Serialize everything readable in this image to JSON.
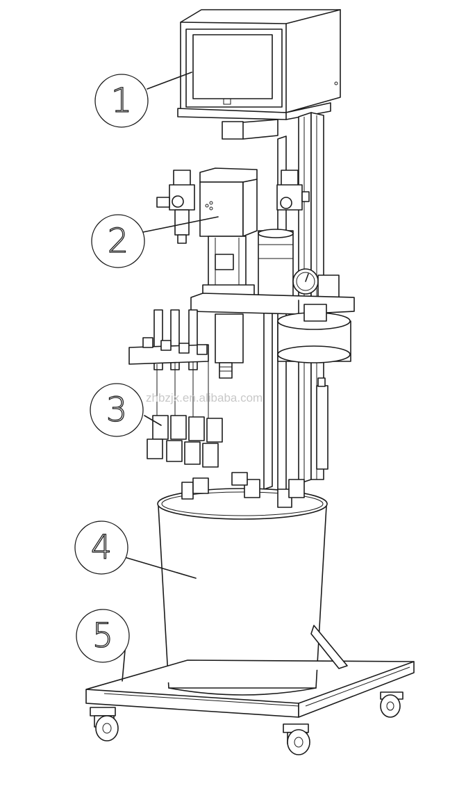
{
  "callouts": [
    {
      "id": "1",
      "label": "1"
    },
    {
      "id": "2",
      "label": "2"
    },
    {
      "id": "3",
      "label": "3"
    },
    {
      "id": "4",
      "label": "4"
    },
    {
      "id": "5",
      "label": "5"
    }
  ],
  "watermark": "zhbzjx.en.alibaba.com",
  "colors": {
    "line": "#1a1a1a",
    "background": "#ffffff",
    "watermark": "#c8c8c8"
  }
}
